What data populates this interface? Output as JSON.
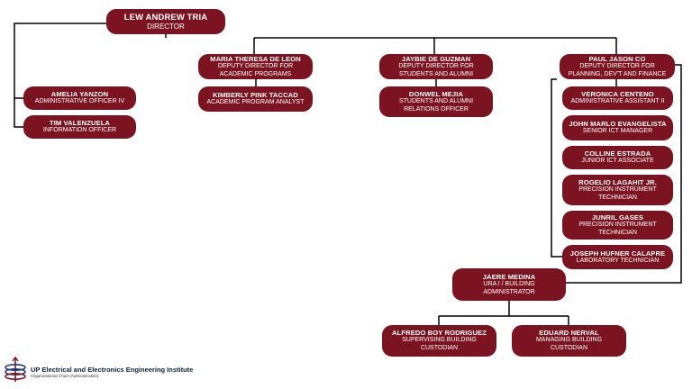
{
  "org": {
    "director": {
      "name": "LEW ANDREW TRIA",
      "role": "DIRECTOR"
    },
    "amelia": {
      "name": "AMELIA YANZON",
      "role": "ADMINISTRATIVE OFFICER IV"
    },
    "tim": {
      "name": "TIM VALENZUELA",
      "role": "INFORMATION OFFICER"
    },
    "maria": {
      "name": "MARIA THERESA DE LEON",
      "role": "DEPUTY DIRECTOR FOR ACADEMIC PROGRAMS"
    },
    "kimberly": {
      "name": "KIMBERLY PINK TACCAD",
      "role": "ACADEMIC PROGRAM ANALYST"
    },
    "jaybie": {
      "name": "JAYBIE DE GUZMAN",
      "role": "DEPUTY DIRECTOR FOR STUDENTS AND ALUMNI"
    },
    "donwel": {
      "name": "DONWEL MEJIA",
      "role": "STUDENTS AND ALUMNI RELATIONS OFFICER"
    },
    "paul": {
      "name": "PAUL JASON CO",
      "role": "DEPUTY DIRECTOR FOR PLANNING, DEV'T AND FINANCE"
    },
    "veronica": {
      "name": "VERONICA CENTENO",
      "role": "ADMINISTRATIVE ASSISTANT II"
    },
    "johnmarlo": {
      "name": "JOHN MARLO EVANGELISTA",
      "role": "SENIOR ICT MANAGER"
    },
    "colline": {
      "name": "COLLINE ESTRADA",
      "role": "JUNIOR ICT ASSOCIATE"
    },
    "rogelio": {
      "name": "ROGELIO LAGAHIT JR.",
      "role": "PRECISION INSTRUMENT TECHNICIAN"
    },
    "junril": {
      "name": "JUNRIL GASES",
      "role": "PRECISION INSTRUMENT TECHNICIAN"
    },
    "joseph": {
      "name": "JOSEPH HUFNER CALAPRE",
      "role": "LABORATORY TECHNICIAN"
    },
    "jaere": {
      "name": "JAERE MEDINA",
      "role": "URA I / BUILDING ADMINISTRATOR"
    },
    "alfredo": {
      "name": "ALFREDO BOY RODRIGUEZ",
      "role": "SUPERVISING BUILDING CUSTODIAN"
    },
    "eduard": {
      "name": "EDUARD NERVAL",
      "role": "MANAGING BUILDING CUSTODIAN"
    }
  },
  "branding": {
    "title": "UP Electrical and Electronics Engineering Institute",
    "subtitle": "Organizational Chart (Administrative)"
  },
  "colors": {
    "node_fill": "#7b1320",
    "node_text": "#ffffff",
    "connector": "#000000"
  }
}
